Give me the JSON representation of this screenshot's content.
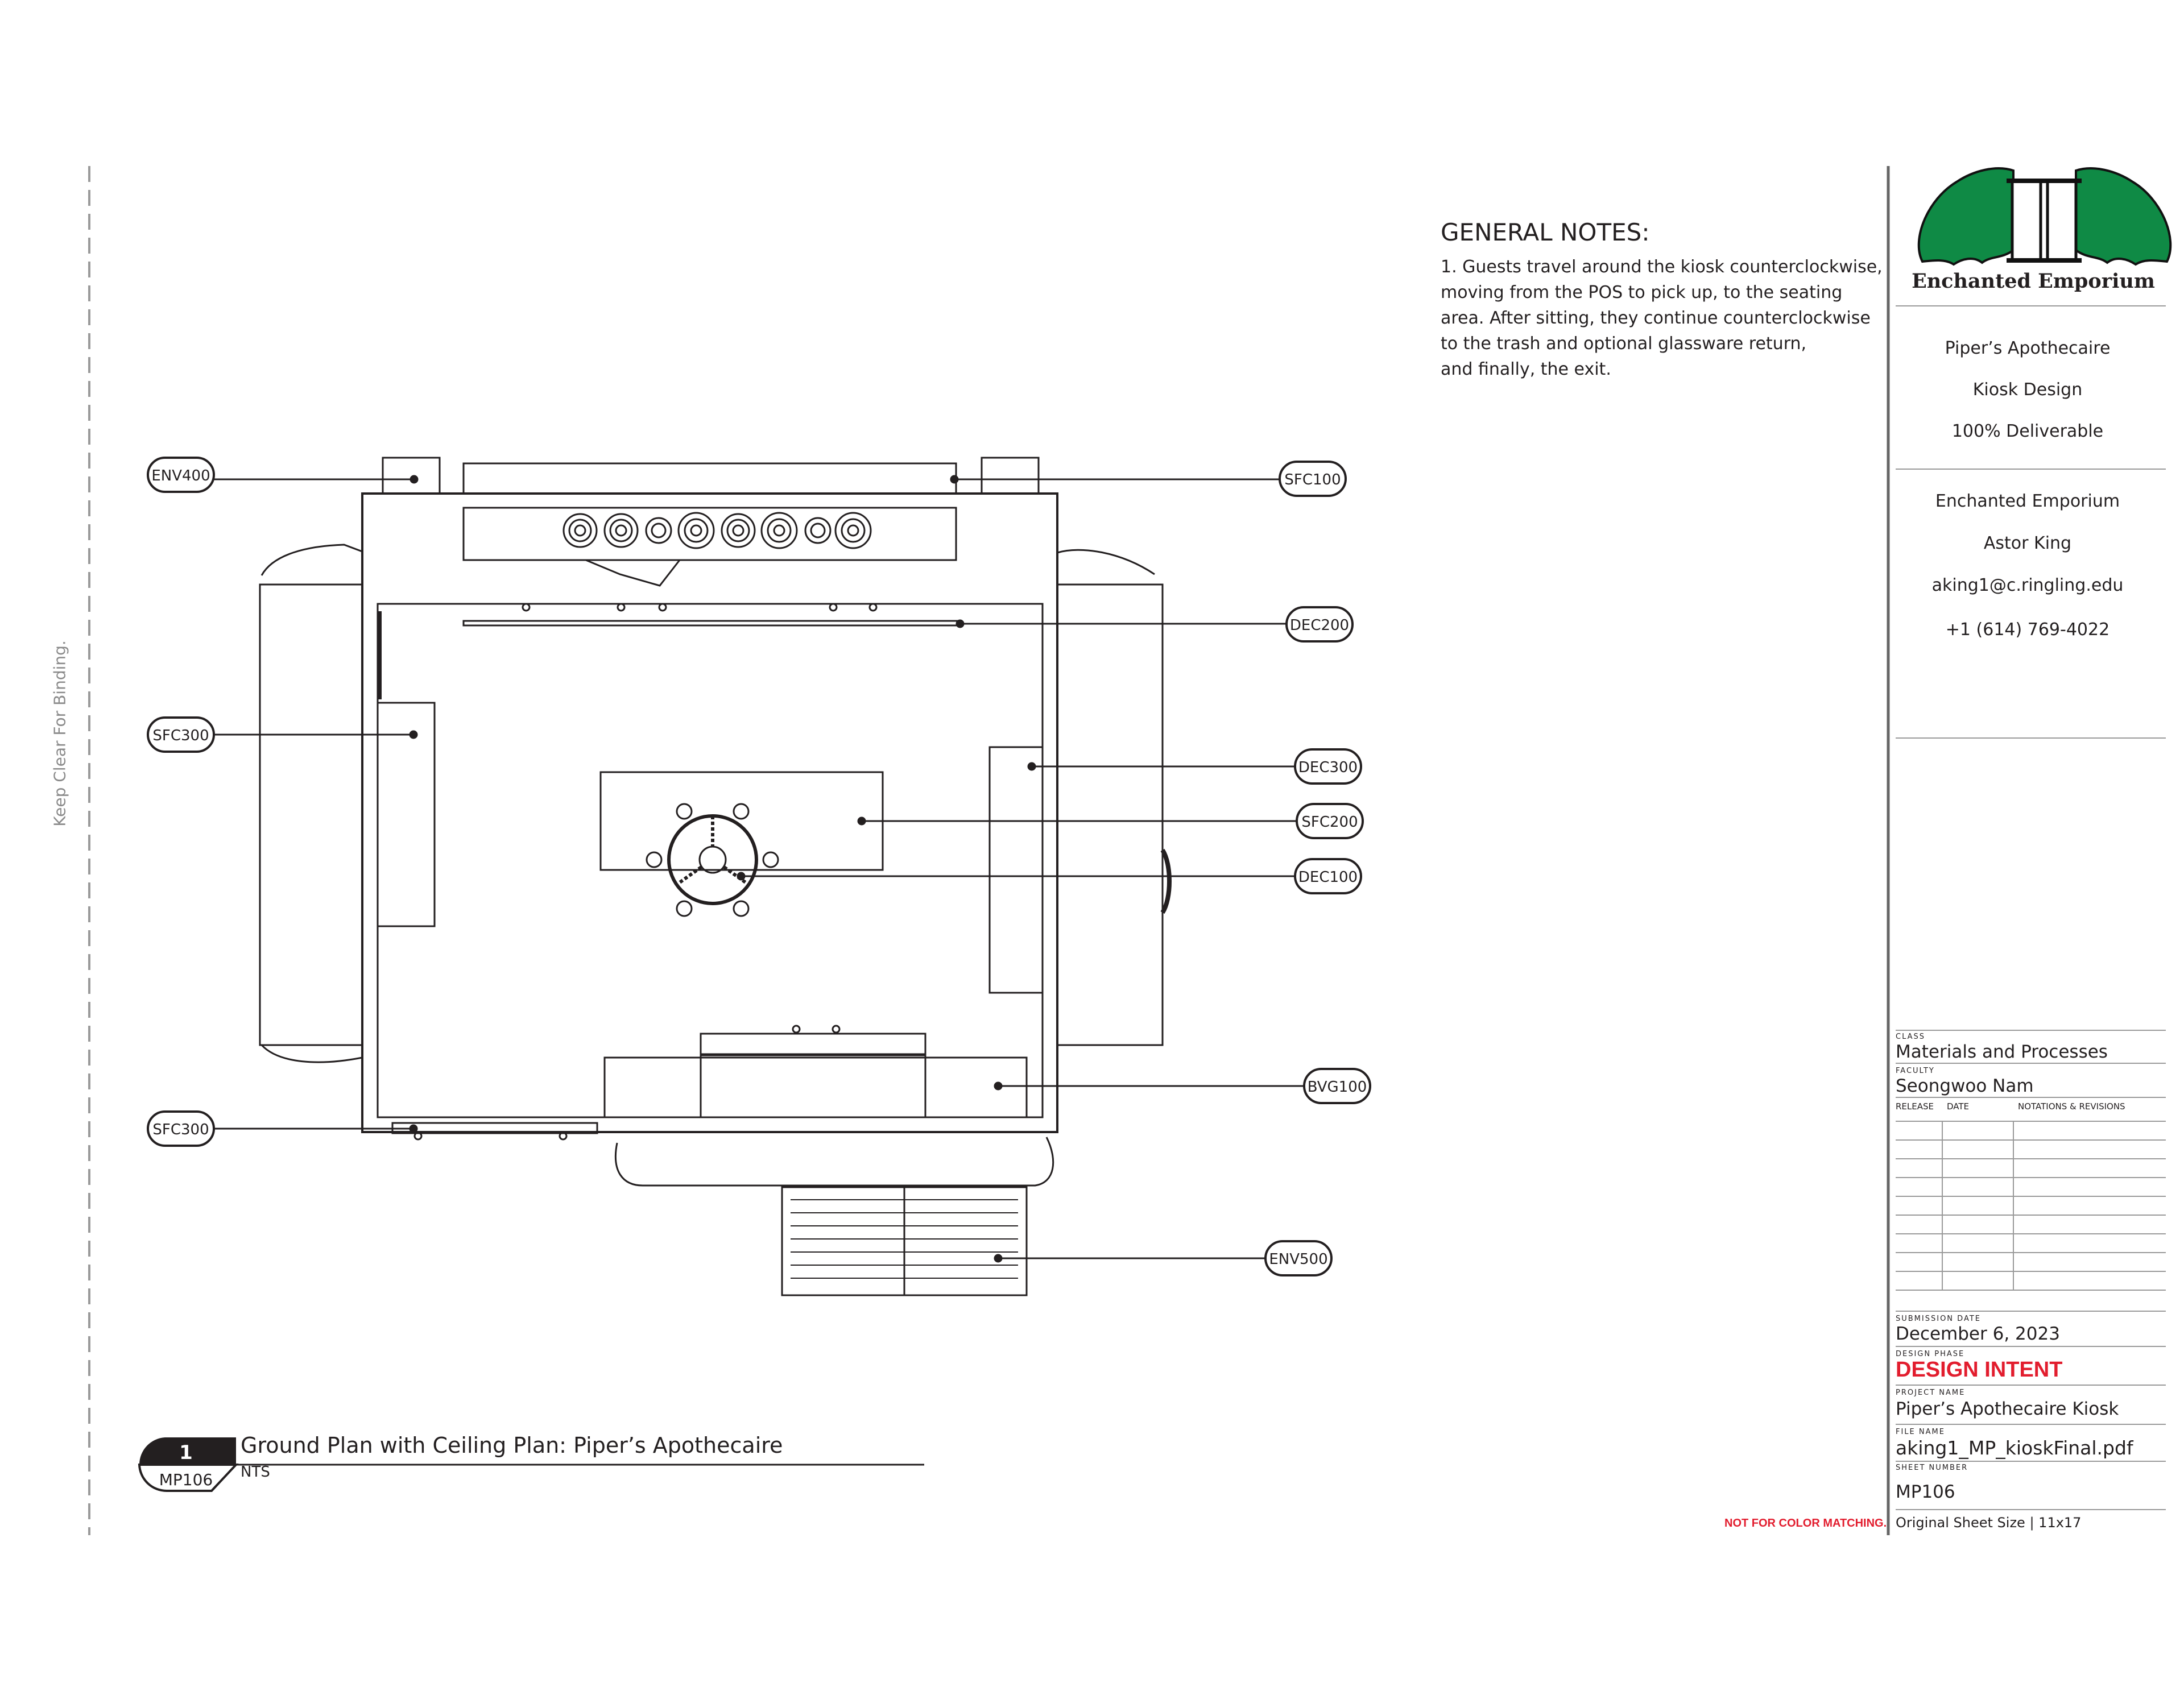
{
  "binding_note": "Keep Clear For Binding.",
  "general_notes": {
    "title": "GENERAL NOTES:",
    "lines": [
      "1. Guests travel around the kiosk counterclockwise,",
      "moving from the POS to pick up, to the seating",
      "area. After sitting, they continue counterclockwise",
      "to the trash and optional glassware return,",
      "and finally, the exit."
    ]
  },
  "callouts": {
    "env400": "ENV400",
    "sfc100": "SFC100",
    "dec200": "DEC200",
    "sfc300_top": "SFC300",
    "dec300": "DEC300",
    "sfc200": "SFC200",
    "dec100": "DEC100",
    "bvg100": "BVG100",
    "sfc300_bottom": "SFC300",
    "env500": "ENV500"
  },
  "drawing_title": {
    "number": "1",
    "sheet": "MP106",
    "title": "Ground Plan with Ceiling Plan: Piper’s Apothecaire",
    "scale": "NTS"
  },
  "title_block": {
    "logo_text": "Enchanted Emporium",
    "project_lines": [
      "Piper’s Apothecaire",
      "Kiosk Design",
      "100% Deliverable"
    ],
    "designer_lines": [
      "Enchanted Emporium",
      "Astor King",
      "aking1@c.ringling.edu",
      "+1 (614) 769-4022"
    ],
    "class_label": "CLASS",
    "class_value": "Materials and Processes",
    "faculty_label": "FACULTY",
    "faculty_value": "Seongwoo Nam",
    "rev_release": "RELEASE",
    "rev_date": "DATE",
    "rev_notes": "NOTATIONS & REVISIONS",
    "submission_label": "SUBMISSION DATE",
    "submission_value": "December 6, 2023",
    "phase_label": "DESIGN PHASE",
    "phase_value": "DESIGN INTENT",
    "project_label": "PROJECT NAME",
    "project_value": "Piper’s Apothecaire Kiosk",
    "file_label": "FILE NAME",
    "file_value": "aking1_MP_kioskFinal.pdf",
    "sheet_label": "SHEET NUMBER",
    "sheet_value": "MP106",
    "original_size": "Original Sheet Size | 11x17"
  },
  "not_for_color": "NOT FOR COLOR MATCHING.",
  "colors": {
    "ink": "#231f20",
    "accent_red": "#e21d2e",
    "logo_green": "#0f8a45",
    "gray": "#8a8a8a"
  }
}
